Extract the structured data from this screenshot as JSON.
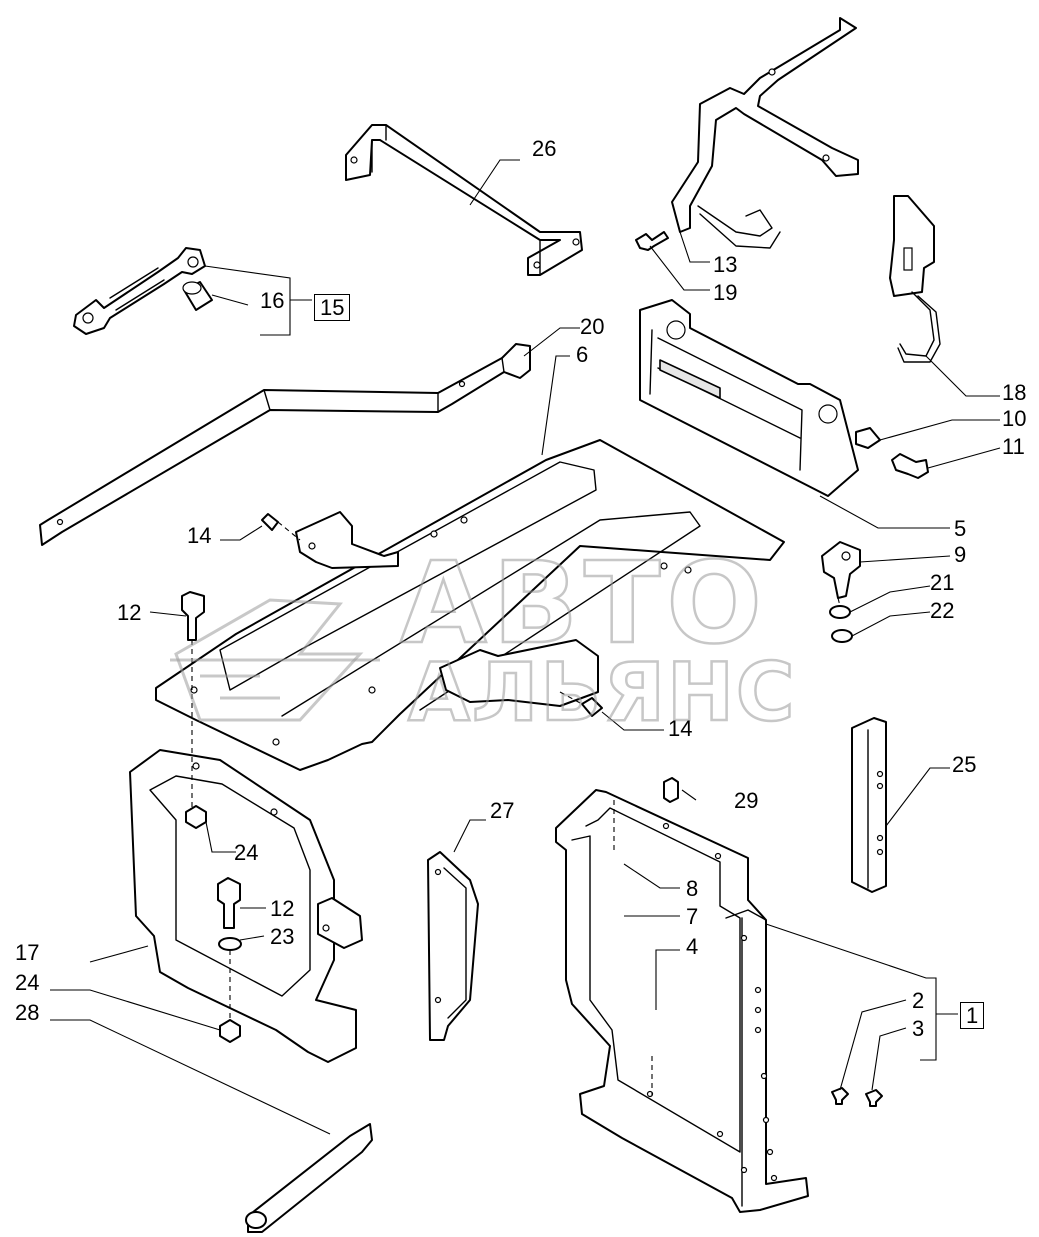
{
  "watermark": {
    "line1": "АВТО",
    "line2": "АЛЬЯНС"
  },
  "callouts": {
    "c1": "1",
    "c2": "2",
    "c3": "3",
    "c4": "4",
    "c5": "5",
    "c6": "6",
    "c7": "7",
    "c8": "8",
    "c9": "9",
    "c10": "10",
    "c11": "11",
    "c12a": "12",
    "c12b": "12",
    "c13": "13",
    "c14a": "14",
    "c14b": "14",
    "c15": "15",
    "c16": "16",
    "c17": "17",
    "c18": "18",
    "c19": "19",
    "c20": "20",
    "c21": "21",
    "c22": "22",
    "c23": "23",
    "c24a": "24",
    "c24b": "24",
    "c25": "25",
    "c26": "26",
    "c27": "27",
    "c28": "28",
    "c29": "29"
  },
  "colors": {
    "line": "#000000",
    "background": "#ffffff",
    "watermark": "#9a9a9a"
  }
}
